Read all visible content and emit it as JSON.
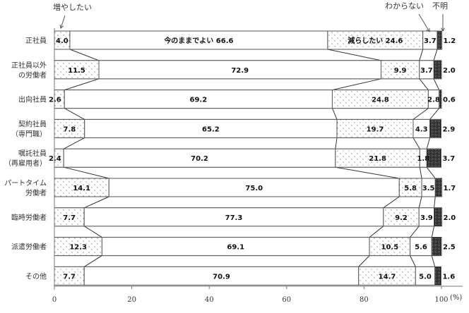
{
  "chart_data": {
    "type": "bar",
    "orientation": "horizontal",
    "stacked": true,
    "unit_label": "(%)",
    "xlim": [
      0,
      100
    ],
    "xticks": [
      "0",
      "20",
      "40",
      "60",
      "80",
      "100"
    ],
    "categories": [
      [
        "正社員"
      ],
      [
        "正社員以外",
        "の労働者"
      ],
      [
        "出向社員"
      ],
      [
        "契約社員",
        "（専門職）"
      ],
      [
        "嘱託社員",
        "（再雇用者）"
      ],
      [
        "パートタイム",
        "労働者"
      ],
      [
        "臨時労働者"
      ],
      [
        "派遣労働者"
      ],
      [
        "その他"
      ]
    ],
    "series": [
      {
        "name": "増やしたい",
        "values": [
          4.0,
          11.5,
          2.6,
          7.8,
          2.4,
          14.1,
          7.7,
          12.3,
          7.7
        ],
        "color": "#ffffff",
        "pattern": "dots"
      },
      {
        "name": "今のままでよい",
        "values": [
          66.6,
          72.9,
          69.2,
          65.2,
          70.2,
          75.0,
          77.3,
          69.1,
          70.9
        ],
        "color": "#ffffff",
        "pattern": "none"
      },
      {
        "name": "減らしたい",
        "values": [
          24.6,
          9.9,
          24.8,
          19.7,
          21.8,
          5.8,
          9.2,
          10.5,
          14.7
        ],
        "color": "#ffffff",
        "pattern": "dots"
      },
      {
        "name": "わからない",
        "values": [
          3.7,
          3.7,
          2.8,
          4.3,
          1.8,
          3.5,
          3.9,
          5.6,
          5.0
        ],
        "color": "#ffffff",
        "pattern": "none"
      },
      {
        "name": "不明",
        "values": [
          1.2,
          2.0,
          0.6,
          2.9,
          3.7,
          1.7,
          2.0,
          2.5,
          1.6
        ],
        "color": "#222222",
        "pattern": "checker"
      }
    ],
    "first_row_inline_labels": [
      "",
      "今のままでよい",
      "減らしたい",
      "",
      ""
    ],
    "annotations": [
      "増やしたい",
      "わからない",
      "不明"
    ],
    "grid": false
  }
}
